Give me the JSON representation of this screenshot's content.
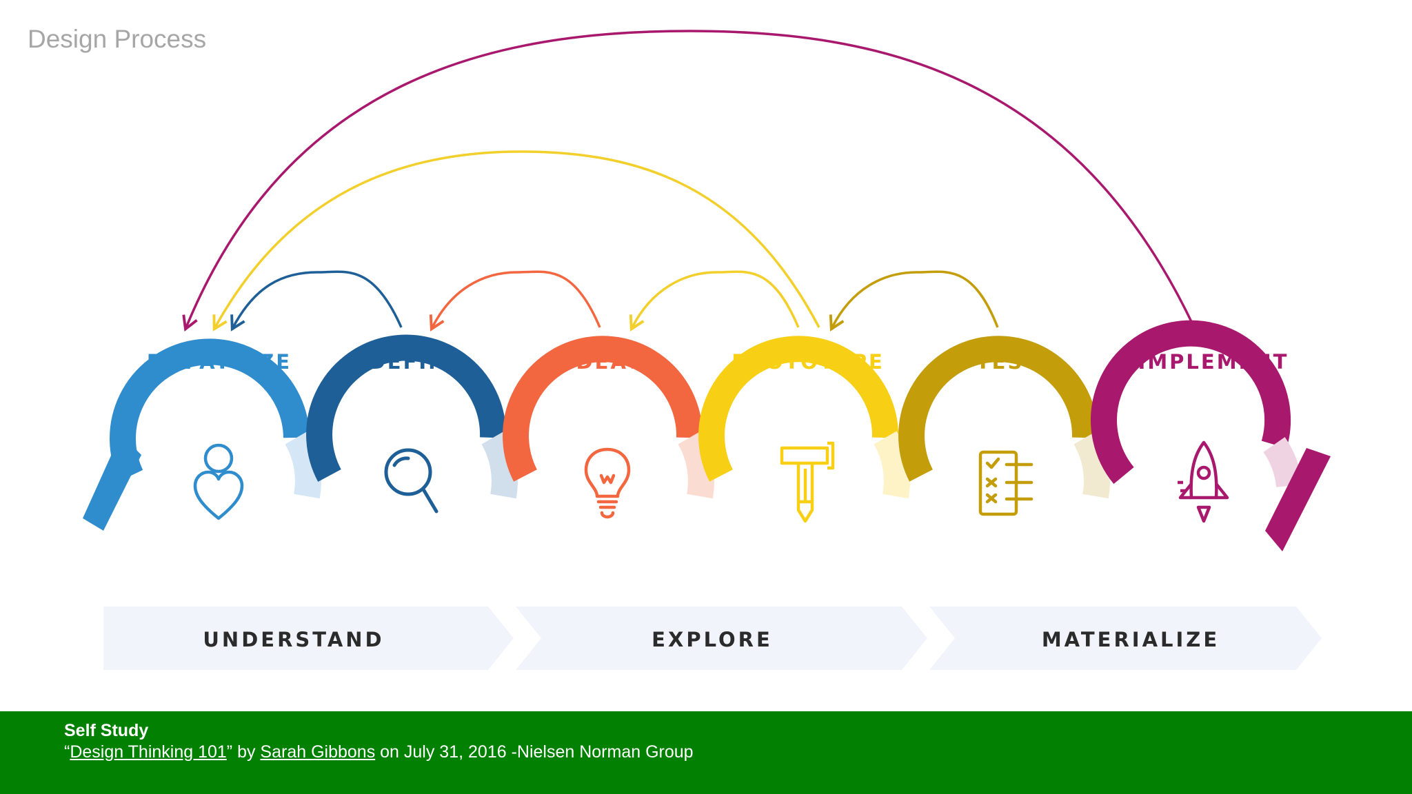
{
  "slide": {
    "title": "Design Process"
  },
  "stages": [
    {
      "id": "empathize",
      "label": "EMPATHIZE",
      "color": "#2f8ccd",
      "icon": "person-heart-icon"
    },
    {
      "id": "define",
      "label": "DEFINE",
      "color": "#1e5f97",
      "icon": "magnifier-icon"
    },
    {
      "id": "ideate",
      "label": "IDEATE",
      "color": "#f26640",
      "icon": "lightbulb-icon"
    },
    {
      "id": "prototype",
      "label": "PROTOTYPE",
      "color": "#f7cf14",
      "icon": "hammer-pencil-icon"
    },
    {
      "id": "test",
      "label": "TEST",
      "color": "#c39d0a",
      "icon": "checklist-icon"
    },
    {
      "id": "implement",
      "label": "IMPLEMENT",
      "color": "#a8186d",
      "icon": "rocket-icon"
    }
  ],
  "phases": [
    {
      "label": "UNDERSTAND"
    },
    {
      "label": "EXPLORE"
    },
    {
      "label": "MATERIALIZE"
    }
  ],
  "phase_background": "#f1f4fb",
  "footer": {
    "heading": "Self Study",
    "quote_open": "“",
    "article_link": "Design Thinking 101",
    "quote_close_by": "” by ",
    "author_link": "Sarah Gibbons",
    "suffix": " on July 31, 2016 -Nielsen Norman Group",
    "background": "#028002"
  }
}
